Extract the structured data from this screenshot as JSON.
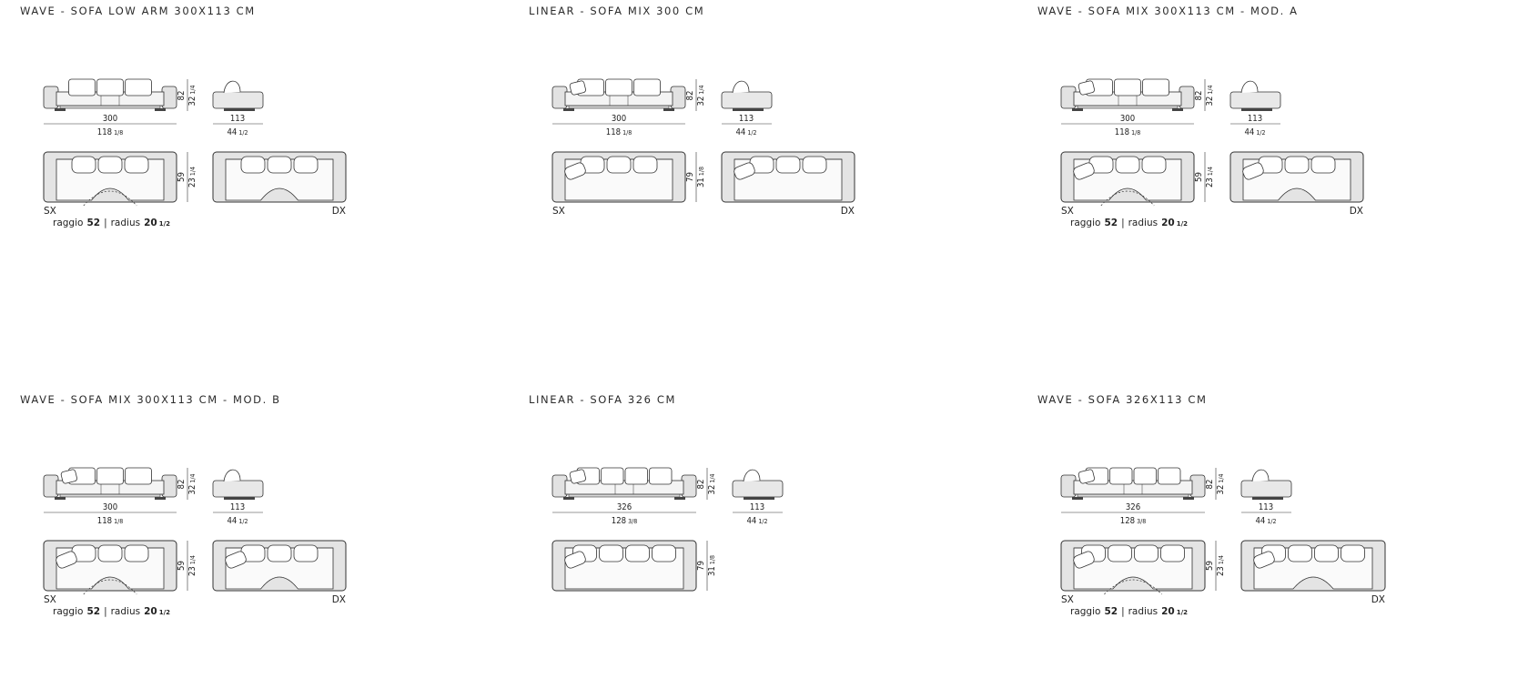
{
  "cards": [
    {
      "title": "WAVE - SOFA LOW ARM 300X113 CM",
      "front": {
        "width": "300",
        "width_in": "118",
        "width_in_frac": "1/8",
        "height": "82",
        "height_in": "32",
        "height_in_frac": "1/4",
        "pillows": "plain"
      },
      "side": {
        "depth": "113",
        "depth_in": "44",
        "depth_in_frac": "1/2"
      },
      "plan": {
        "depth": "59",
        "depth_in": "23",
        "depth_in_frac": "1/4",
        "left_label": "SX",
        "right_label": "DX",
        "style": "wave",
        "pillows": "plain"
      },
      "radius": {
        "prefix": "raggio",
        "cm": "52",
        "sep": "|",
        "mid": "radius",
        "in": "20",
        "in_frac": "1/2"
      }
    },
    {
      "title": "LINEAR - SOFA MIX 300 CM",
      "front": {
        "width": "300",
        "width_in": "118",
        "width_in_frac": "1/8",
        "height": "82",
        "height_in": "32",
        "height_in_frac": "1/4",
        "pillows": "mix"
      },
      "side": {
        "depth": "113",
        "depth_in": "44",
        "depth_in_frac": "1/2"
      },
      "plan": {
        "depth": "79",
        "depth_in": "31",
        "depth_in_frac": "1/8",
        "left_label": "SX",
        "right_label": "DX",
        "style": "linear",
        "pillows": "mix"
      }
    },
    {
      "title": "WAVE - SOFA MIX 300X113 CM - MOD. A",
      "front": {
        "width": "300",
        "width_in": "118",
        "width_in_frac": "1/8",
        "height": "82",
        "height_in": "32",
        "height_in_frac": "1/4",
        "pillows": "mix"
      },
      "side": {
        "depth": "113",
        "depth_in": "44",
        "depth_in_frac": "1/2"
      },
      "plan": {
        "depth": "59",
        "depth_in": "23",
        "depth_in_frac": "1/4",
        "left_label": "SX",
        "right_label": "DX",
        "style": "wave",
        "pillows": "mix"
      },
      "radius": {
        "prefix": "raggio",
        "cm": "52",
        "sep": "|",
        "mid": "radius",
        "in": "20",
        "in_frac": "1/2"
      }
    },
    {
      "title": "WAVE - SOFA MIX 300X113 CM - MOD. B",
      "front": {
        "width": "300",
        "width_in": "118",
        "width_in_frac": "1/8",
        "height": "82",
        "height_in": "32",
        "height_in_frac": "1/4",
        "pillows": "mix"
      },
      "side": {
        "depth": "113",
        "depth_in": "44",
        "depth_in_frac": "1/2"
      },
      "plan": {
        "depth": "59",
        "depth_in": "23",
        "depth_in_frac": "1/4",
        "left_label": "SX",
        "right_label": "DX",
        "style": "wave",
        "pillows": "mixB"
      },
      "radius": {
        "prefix": "raggio",
        "cm": "52",
        "sep": "|",
        "mid": "radius",
        "in": "20",
        "in_frac": "1/2"
      }
    },
    {
      "title": "LINEAR - SOFA 326 CM",
      "front": {
        "width": "326",
        "width_in": "128",
        "width_in_frac": "3/8",
        "height": "82",
        "height_in": "32",
        "height_in_frac": "1/4",
        "pillows": "four"
      },
      "side": {
        "depth": "113",
        "depth_in": "44",
        "depth_in_frac": "1/2"
      },
      "plan": {
        "depth": "79",
        "depth_in": "31",
        "depth_in_frac": "1/8",
        "style": "linear-single",
        "pillows": "four"
      }
    },
    {
      "title": "WAVE - SOFA 326X113 CM",
      "front": {
        "width": "326",
        "width_in": "128",
        "width_in_frac": "3/8",
        "height": "82",
        "height_in": "32",
        "height_in_frac": "1/4",
        "pillows": "four"
      },
      "side": {
        "depth": "113",
        "depth_in": "44",
        "depth_in_frac": "1/2"
      },
      "plan": {
        "depth": "59",
        "depth_in": "23",
        "depth_in_frac": "1/4",
        "left_label": "SX",
        "right_label": "DX",
        "style": "wave",
        "pillows": "four"
      },
      "radius": {
        "prefix": "raggio",
        "cm": "52",
        "sep": "|",
        "mid": "radius",
        "in": "20",
        "in_frac": "1/2"
      }
    }
  ]
}
